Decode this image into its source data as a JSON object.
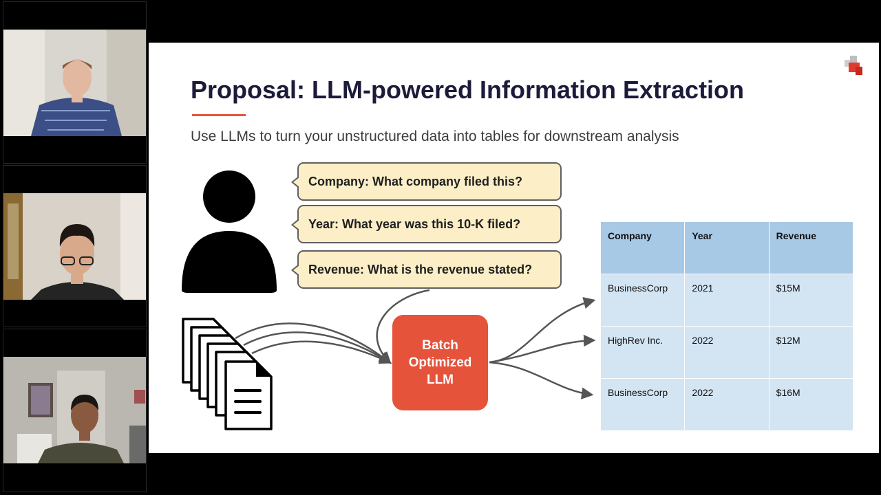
{
  "participants": [
    {
      "name": "participant-1",
      "shirt_color": "#3b4f86"
    },
    {
      "name": "participant-2",
      "shirt_color": "#2c2c2c"
    },
    {
      "name": "participant-3",
      "shirt_color": "#4a4a3a"
    }
  ],
  "slide": {
    "title": "Proposal: LLM-powered Information Extraction",
    "subtitle": "Use LLMs to turn your unstructured data into tables for downstream analysis",
    "questions": [
      "Company: What company filed this?",
      "Year: What year was this 10-K filed?",
      "Revenue: What is the revenue stated?"
    ],
    "llm_box_label": "Batch\nOptimized\nLLM",
    "table": {
      "headers": [
        "Company",
        "Year",
        "Revenue"
      ],
      "rows": [
        [
          "BusinessCorp",
          "2021",
          "$15M"
        ],
        [
          "HighRev Inc.",
          "2022",
          "$12M"
        ],
        [
          "BusinessCorp",
          "2022",
          "$16M"
        ]
      ]
    },
    "colors": {
      "accent": "#e5533b",
      "title": "#1c1b3a",
      "bubble_fill": "#fcefc7",
      "table_header": "#a8c9e6",
      "table_cell": "#d3e4f3"
    },
    "icons": [
      "person-icon",
      "document-stack-icon",
      "arrow-icon",
      "logo-icon"
    ]
  }
}
